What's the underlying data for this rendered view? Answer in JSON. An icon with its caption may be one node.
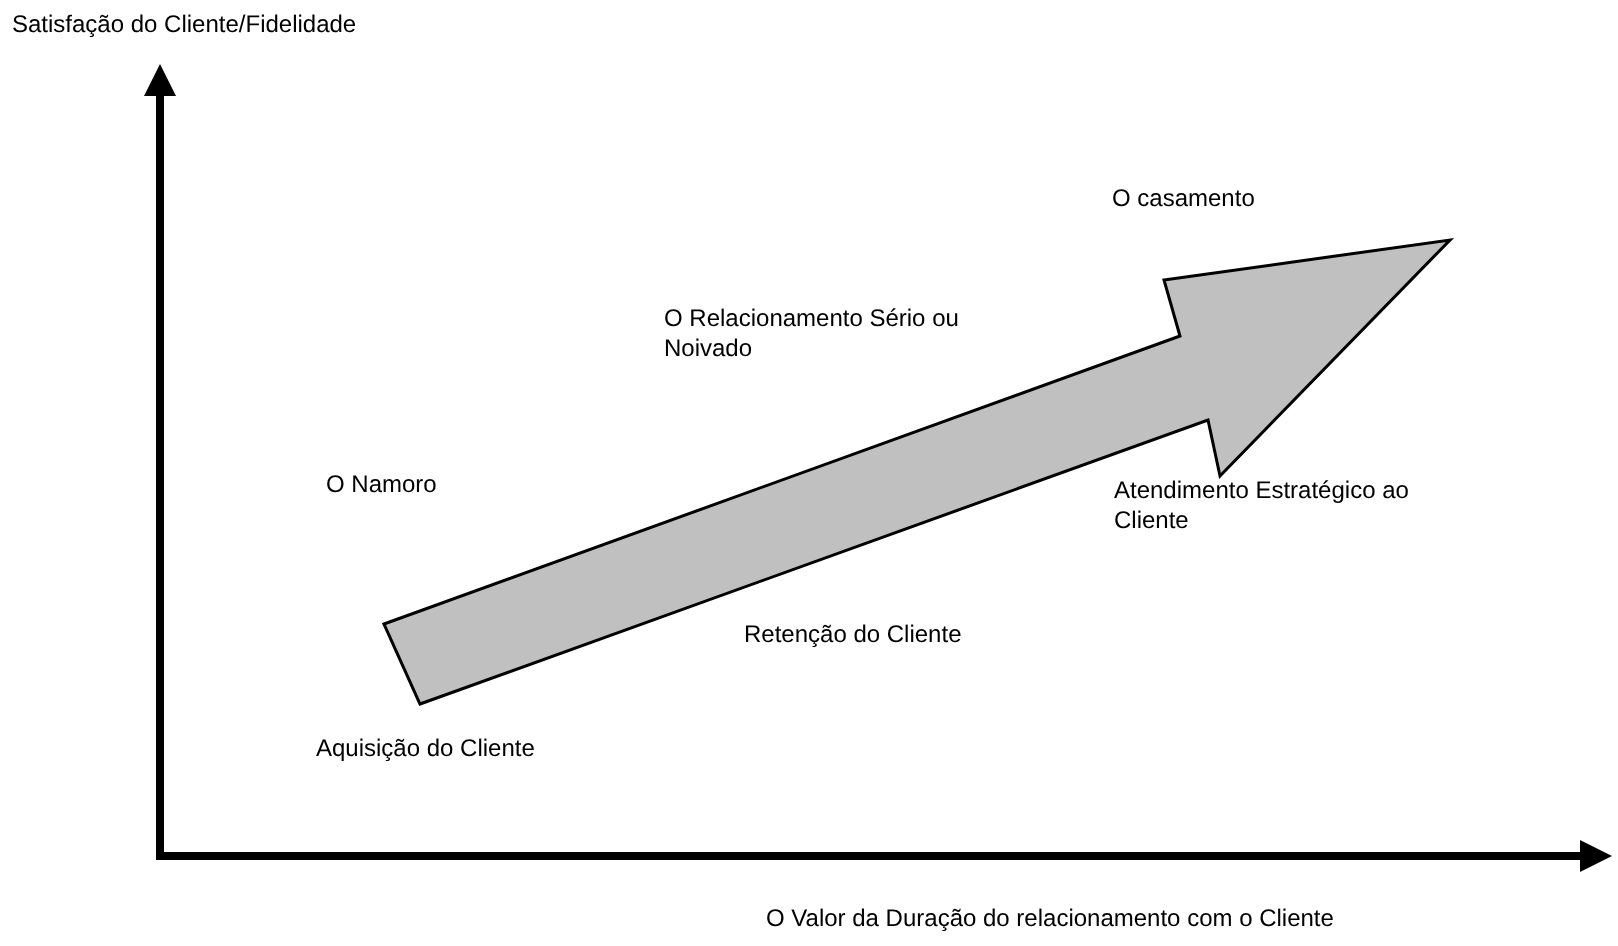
{
  "diagram": {
    "labels": [
      "Satisfação do Cliente/Fidelidade",
      "O casamento",
      "O Relacionamento Sério ou Noivado",
      "O Namoro",
      "Atendimento Estratégico ao Cliente",
      "Retenção do Cliente",
      "Aquisição do Cliente",
      "O Valor da Duração do relacionamento com o Cliente"
    ]
  }
}
